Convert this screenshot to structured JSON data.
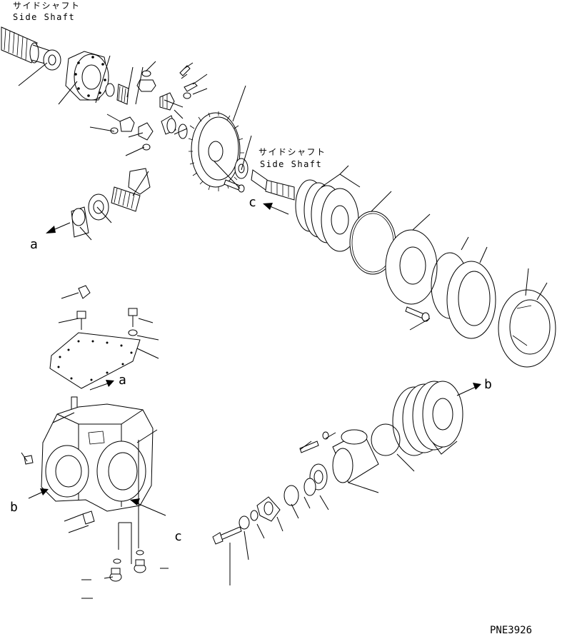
{
  "labels": {
    "side_shaft_top_jp": "サイドシャフト",
    "side_shaft_top_en": "Side Shaft",
    "side_shaft_mid_jp": "サイドシャフト",
    "side_shaft_mid_en": "Side Shaft",
    "callout_a_left": "a",
    "callout_a_case": "a",
    "callout_b_case": "b",
    "callout_b_right": "b",
    "callout_c_mid": "c",
    "callout_c_case": "c",
    "figure_code": "PNE3926"
  }
}
